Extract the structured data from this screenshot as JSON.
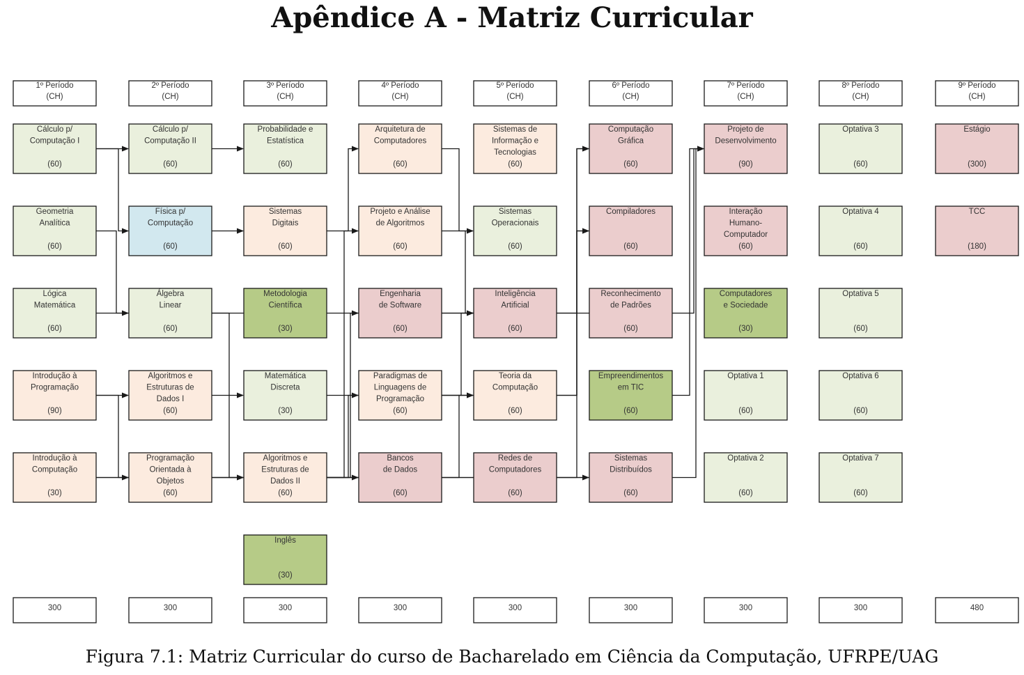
{
  "title": "Apêndice A - Matriz Curricular",
  "caption": "Figura 7.1: Matriz Curricular do curso de Bacharelado em Ciência da Computação, UFRPE/UAG",
  "colors": {
    "basic": "#eaf0dd",
    "programming": "#fcebdf",
    "applied": "#ebcdcd",
    "complementary": "#b6cb87",
    "physics": "#d2e8ef",
    "border": "#1a1a1a"
  },
  "periods": [
    {
      "name": "1º Período",
      "unit": "(CH)",
      "total": "300"
    },
    {
      "name": "2º Período",
      "unit": "(CH)",
      "total": "300"
    },
    {
      "name": "3º Período",
      "unit": "(CH)",
      "total": "300"
    },
    {
      "name": "4º Período",
      "unit": "(CH)",
      "total": "300"
    },
    {
      "name": "5º Período",
      "unit": "(CH)",
      "total": "300"
    },
    {
      "name": "6º Período",
      "unit": "(CH)",
      "total": "300"
    },
    {
      "name": "7º Período",
      "unit": "(CH)",
      "total": "300"
    },
    {
      "name": "8º Período",
      "unit": "(CH)",
      "total": "300"
    },
    {
      "name": "9º Período",
      "unit": "(CH)",
      "total": "480"
    }
  ],
  "courses": [
    {
      "id": "calc1",
      "period": 1,
      "row": 1,
      "lines": [
        "Cálculo p/",
        "Computação I"
      ],
      "hours": "(60)",
      "color": "basic"
    },
    {
      "id": "geo",
      "period": 1,
      "row": 2,
      "lines": [
        "Geometria",
        "Analítica"
      ],
      "hours": "(60)",
      "color": "basic"
    },
    {
      "id": "logica",
      "period": 1,
      "row": 3,
      "lines": [
        "Lógica",
        "Matemática"
      ],
      "hours": "(60)",
      "color": "basic"
    },
    {
      "id": "intprog",
      "period": 1,
      "row": 4,
      "lines": [
        "Introdução à",
        "Programação"
      ],
      "hours": "(90)",
      "color": "programming"
    },
    {
      "id": "intcomp",
      "period": 1,
      "row": 5,
      "lines": [
        "Introdução à",
        "Computação"
      ],
      "hours": "(30)",
      "color": "programming"
    },
    {
      "id": "calc2",
      "period": 2,
      "row": 1,
      "lines": [
        "Cálculo p/",
        "Computação II"
      ],
      "hours": "(60)",
      "color": "basic"
    },
    {
      "id": "fisica",
      "period": 2,
      "row": 2,
      "lines": [
        "Física p/",
        "Computação"
      ],
      "hours": "(60)",
      "color": "physics"
    },
    {
      "id": "algebra",
      "period": 2,
      "row": 3,
      "lines": [
        "Álgebra",
        "Linear"
      ],
      "hours": "(60)",
      "color": "basic"
    },
    {
      "id": "aed1",
      "period": 2,
      "row": 4,
      "lines": [
        "Algoritmos e",
        "Estruturas de",
        "Dados I"
      ],
      "hours": "(60)",
      "color": "programming"
    },
    {
      "id": "poo",
      "period": 2,
      "row": 5,
      "lines": [
        "Programação",
        "Orientada à",
        "Objetos"
      ],
      "hours": "(60)",
      "color": "programming"
    },
    {
      "id": "prob",
      "period": 3,
      "row": 1,
      "lines": [
        "Probabilidade e",
        "Estatística"
      ],
      "hours": "(60)",
      "color": "basic"
    },
    {
      "id": "sisdig",
      "period": 3,
      "row": 2,
      "lines": [
        "Sistemas",
        "Digitais"
      ],
      "hours": "(60)",
      "color": "programming"
    },
    {
      "id": "metod",
      "period": 3,
      "row": 3,
      "lines": [
        "Metodologia",
        "Científica"
      ],
      "hours": "(30)",
      "color": "complementary"
    },
    {
      "id": "discreta",
      "period": 3,
      "row": 4,
      "lines": [
        "Matemática",
        "Discreta"
      ],
      "hours": "(30)",
      "color": "basic"
    },
    {
      "id": "aed2",
      "period": 3,
      "row": 5,
      "lines": [
        "Algoritmos e",
        "Estruturas de",
        "Dados II"
      ],
      "hours": "(60)",
      "color": "programming"
    },
    {
      "id": "ingles",
      "period": 3,
      "row": 6,
      "lines": [
        "Inglês"
      ],
      "hours": "(30)",
      "color": "complementary"
    },
    {
      "id": "arq",
      "period": 4,
      "row": 1,
      "lines": [
        "Arquitetura de",
        "Computadores"
      ],
      "hours": "(60)",
      "color": "programming"
    },
    {
      "id": "paa",
      "period": 4,
      "row": 2,
      "lines": [
        "Projeto e Análise",
        "de Algoritmos"
      ],
      "hours": "(60)",
      "color": "programming"
    },
    {
      "id": "engsw",
      "period": 4,
      "row": 3,
      "lines": [
        "Engenharia",
        "de Software"
      ],
      "hours": "(60)",
      "color": "applied"
    },
    {
      "id": "paradigmas",
      "period": 4,
      "row": 4,
      "lines": [
        "Paradigmas de",
        "Linguagens de",
        "Programação"
      ],
      "hours": "(60)",
      "color": "programming"
    },
    {
      "id": "bd",
      "period": 4,
      "row": 5,
      "lines": [
        "Bancos",
        "de Dados"
      ],
      "hours": "(60)",
      "color": "applied"
    },
    {
      "id": "sit",
      "period": 5,
      "row": 1,
      "lines": [
        "Sistemas de",
        "Informação e",
        "Tecnologias"
      ],
      "hours": "(60)",
      "color": "programming"
    },
    {
      "id": "so",
      "period": 5,
      "row": 2,
      "lines": [
        "Sistemas",
        "Operacionais"
      ],
      "hours": "(60)",
      "color": "basic"
    },
    {
      "id": "ia",
      "period": 5,
      "row": 3,
      "lines": [
        "Inteligência",
        "Artificial"
      ],
      "hours": "(60)",
      "color": "applied"
    },
    {
      "id": "teoria",
      "period": 5,
      "row": 4,
      "lines": [
        "Teoria da",
        "Computação"
      ],
      "hours": "(60)",
      "color": "programming"
    },
    {
      "id": "redes",
      "period": 5,
      "row": 5,
      "lines": [
        "Redes de",
        "Computadores"
      ],
      "hours": "(60)",
      "color": "applied"
    },
    {
      "id": "cg",
      "period": 6,
      "row": 1,
      "lines": [
        "Computação",
        "Gráfica"
      ],
      "hours": "(60)",
      "color": "applied"
    },
    {
      "id": "compil",
      "period": 6,
      "row": 2,
      "lines": [
        "Compiladores"
      ],
      "hours": "(60)",
      "color": "applied"
    },
    {
      "id": "recon",
      "period": 6,
      "row": 3,
      "lines": [
        "Reconhecimento",
        "de Padrões"
      ],
      "hours": "(60)",
      "color": "applied"
    },
    {
      "id": "empreend",
      "period": 6,
      "row": 4,
      "lines": [
        "Empreendimentos",
        "em TIC"
      ],
      "hours": "(60)",
      "color": "complementary"
    },
    {
      "id": "sisdist",
      "period": 6,
      "row": 5,
      "lines": [
        "Sistemas",
        "Distribuídos"
      ],
      "hours": "(60)",
      "color": "applied"
    },
    {
      "id": "projdes",
      "period": 7,
      "row": 1,
      "lines": [
        "Projeto de",
        "Desenvolvimento"
      ],
      "hours": "(90)",
      "color": "applied"
    },
    {
      "id": "ihc",
      "period": 7,
      "row": 2,
      "lines": [
        "Interação",
        "Humano-",
        "Computador"
      ],
      "hours": "(60)",
      "color": "applied"
    },
    {
      "id": "compsoc",
      "period": 7,
      "row": 3,
      "lines": [
        "Computadores",
        "e Sociedade"
      ],
      "hours": "(30)",
      "color": "complementary"
    },
    {
      "id": "opt1",
      "period": 7,
      "row": 4,
      "lines": [
        "Optativa 1"
      ],
      "hours": "(60)",
      "color": "basic"
    },
    {
      "id": "opt2",
      "period": 7,
      "row": 5,
      "lines": [
        "Optativa 2"
      ],
      "hours": "(60)",
      "color": "basic"
    },
    {
      "id": "opt3",
      "period": 8,
      "row": 1,
      "lines": [
        "Optativa 3"
      ],
      "hours": "(60)",
      "color": "basic"
    },
    {
      "id": "opt4",
      "period": 8,
      "row": 2,
      "lines": [
        "Optativa 4"
      ],
      "hours": "(60)",
      "color": "basic"
    },
    {
      "id": "opt5",
      "period": 8,
      "row": 3,
      "lines": [
        "Optativa 5"
      ],
      "hours": "(60)",
      "color": "basic"
    },
    {
      "id": "opt6",
      "period": 8,
      "row": 4,
      "lines": [
        "Optativa 6"
      ],
      "hours": "(60)",
      "color": "basic"
    },
    {
      "id": "opt7",
      "period": 8,
      "row": 5,
      "lines": [
        "Optativa 7"
      ],
      "hours": "(60)",
      "color": "basic"
    },
    {
      "id": "estagio",
      "period": 9,
      "row": 1,
      "lines": [
        "Estágio"
      ],
      "hours": "(300)",
      "color": "applied"
    },
    {
      "id": "tcc",
      "period": 9,
      "row": 2,
      "lines": [
        "TCC"
      ],
      "hours": "(180)",
      "color": "applied"
    }
  ],
  "prerequisites": [
    {
      "from": "calc1",
      "to": "calc2"
    },
    {
      "from": "calc1",
      "to": "fisica"
    },
    {
      "from": "geo",
      "to": "algebra"
    },
    {
      "from": "logica",
      "to": "discreta"
    },
    {
      "from": "intprog",
      "to": "aed1"
    },
    {
      "from": "intprog",
      "to": "poo"
    },
    {
      "from": "intcomp",
      "to": "cg"
    },
    {
      "from": "intcomp",
      "to": "teoria"
    },
    {
      "from": "calc2",
      "to": "prob"
    },
    {
      "from": "fisica",
      "to": "sisdig"
    },
    {
      "from": "algebra",
      "to": "cg"
    },
    {
      "from": "aed1",
      "to": "aed2"
    },
    {
      "from": "poo",
      "to": "aed2"
    },
    {
      "from": "sisdig",
      "to": "arq"
    },
    {
      "from": "discreta",
      "to": "compil"
    },
    {
      "from": "aed2",
      "to": "paa"
    },
    {
      "from": "aed2",
      "to": "engsw"
    },
    {
      "from": "aed2",
      "to": "paradigmas"
    },
    {
      "from": "aed2",
      "to": "bd"
    },
    {
      "from": "arq",
      "to": "so"
    },
    {
      "from": "paa",
      "to": "ia"
    },
    {
      "from": "engsw",
      "to": "projdes"
    },
    {
      "from": "paradigmas",
      "to": "ia"
    },
    {
      "from": "paradigmas",
      "to": "teoria"
    },
    {
      "from": "bd",
      "to": "projdes"
    },
    {
      "from": "redes",
      "to": "sisdist"
    },
    {
      "from": "teoria",
      "to": "compil"
    },
    {
      "from": "empreend",
      "to": "projdes"
    }
  ]
}
